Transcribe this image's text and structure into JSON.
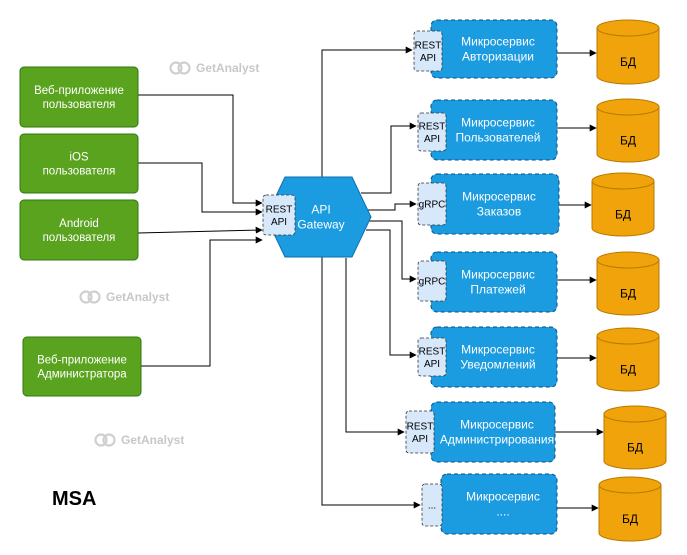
{
  "title": "MSA",
  "watermark": "GetAnalyst",
  "clients": [
    {
      "lines": [
        "Веб-приложение",
        "пользователя"
      ]
    },
    {
      "lines": [
        "iOS",
        "пользователя"
      ]
    },
    {
      "lines": [
        "Android",
        "пользователя"
      ]
    },
    {
      "lines": [
        "Веб-приложение",
        "Администратора"
      ]
    }
  ],
  "gateway": {
    "lines": [
      "API",
      "Gateway"
    ],
    "interface_lines": [
      "REST",
      "API"
    ]
  },
  "services": [
    {
      "lines": [
        "Микросервис",
        "Авторизации"
      ],
      "interface_lines": [
        "REST",
        "API"
      ],
      "db": "БД"
    },
    {
      "lines": [
        "Микросервис",
        "Пользователей"
      ],
      "interface_lines": [
        "REST",
        "API"
      ],
      "db": "БД"
    },
    {
      "lines": [
        "Микросервис",
        "Заказов"
      ],
      "interface_lines": [
        "gRPC"
      ],
      "db": "БД"
    },
    {
      "lines": [
        "Микросервис",
        "Платежей"
      ],
      "interface_lines": [
        "gRPC"
      ],
      "db": "БД"
    },
    {
      "lines": [
        "Микросервис",
        "Уведомлений"
      ],
      "interface_lines": [
        "REST",
        "API"
      ],
      "db": "БД"
    },
    {
      "lines": [
        "Микросервис",
        "Администрирования"
      ],
      "interface_lines": [
        "REST",
        "API"
      ],
      "db": "БД"
    },
    {
      "lines": [
        "Микросервис",
        "...."
      ],
      "interface_lines": [
        "..."
      ],
      "db": "БД"
    }
  ],
  "colors": {
    "client_fill": "#5aa31e",
    "client_stroke": "#2d7a10",
    "service_fill": "#1b9be0",
    "service_stroke": "#0d6fb0",
    "api_fill": "#d6e8fa",
    "db_fill": "#f0a30a",
    "db_stroke": "#b87a00"
  }
}
